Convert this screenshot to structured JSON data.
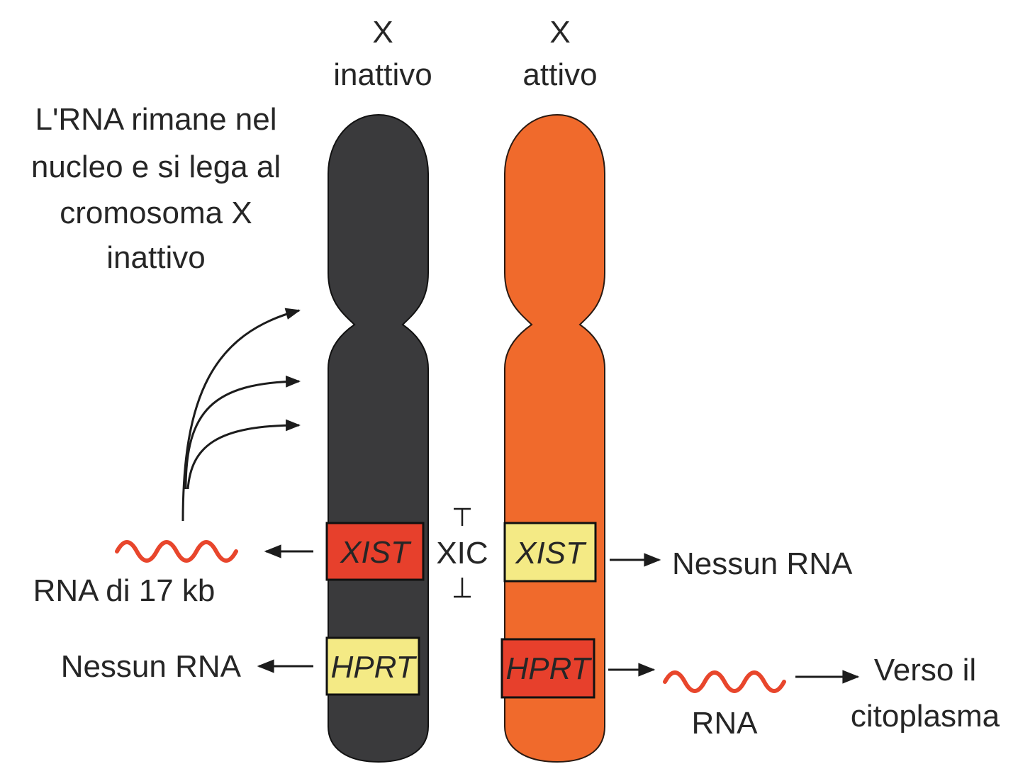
{
  "colors": {
    "inactive_chromosome": "#3a3a3c",
    "active_chromosome": "#f06a2c",
    "gene_box_red": "#e7402c",
    "gene_box_yellow": "#f4ea85",
    "rna_wave": "#e8462c",
    "arrow": "#1c1c1c",
    "text": "#262626"
  },
  "chromosomes": {
    "inactive": {
      "name": "X",
      "state": "inattivo"
    },
    "active": {
      "name": "X",
      "state": "attivo"
    }
  },
  "genes": {
    "xist_inactive": {
      "label": "XIST",
      "color": "red"
    },
    "hprt_inactive": {
      "label": "HPRT",
      "color": "yellow"
    },
    "xist_active": {
      "label": "XIST",
      "color": "yellow"
    },
    "hprt_active": {
      "label": "HPRT",
      "color": "red"
    }
  },
  "xic": {
    "label": "XIC"
  },
  "annotations": {
    "binding": [
      "L'RNA rimane nel",
      "nucleo e si lega al",
      "cromosoma X",
      "inattivo"
    ],
    "rna_17kb": "RNA di 17 kb",
    "no_rna_left": "Nessun RNA",
    "no_rna_right": "Nessun RNA",
    "rna": "RNA",
    "to_cytoplasm": [
      "Verso il",
      "citoplasma"
    ]
  }
}
